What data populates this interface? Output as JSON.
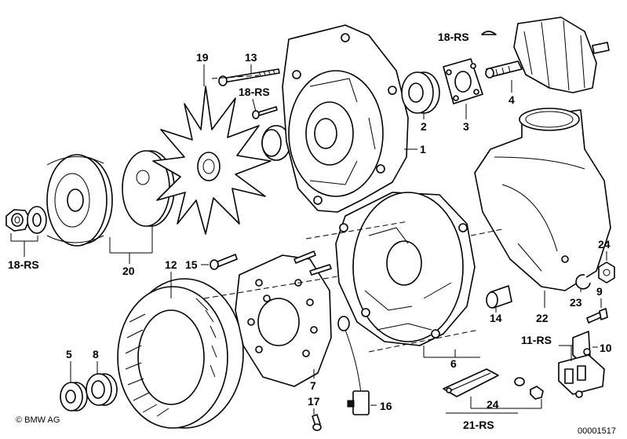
{
  "labels": {
    "p1": "1",
    "p2": "2",
    "p3": "3",
    "p4": "4",
    "p5": "5",
    "p6": "6",
    "p7": "7",
    "p8": "8",
    "p9": "9",
    "p10": "10",
    "p11": "11-RS",
    "p12": "12",
    "p13": "13",
    "p14": "14",
    "p15": "15",
    "p16": "16",
    "p17": "17",
    "p18a": "18-RS",
    "p18b": "18-RS",
    "p18c": "18-RS",
    "p19": "19",
    "p20": "20",
    "p21": "21-RS",
    "p22": "22",
    "p23": "23",
    "p24a": "24",
    "p24b": "24"
  },
  "footer": {
    "copyright": "© BMW AG",
    "diagram_number": "00001517"
  }
}
